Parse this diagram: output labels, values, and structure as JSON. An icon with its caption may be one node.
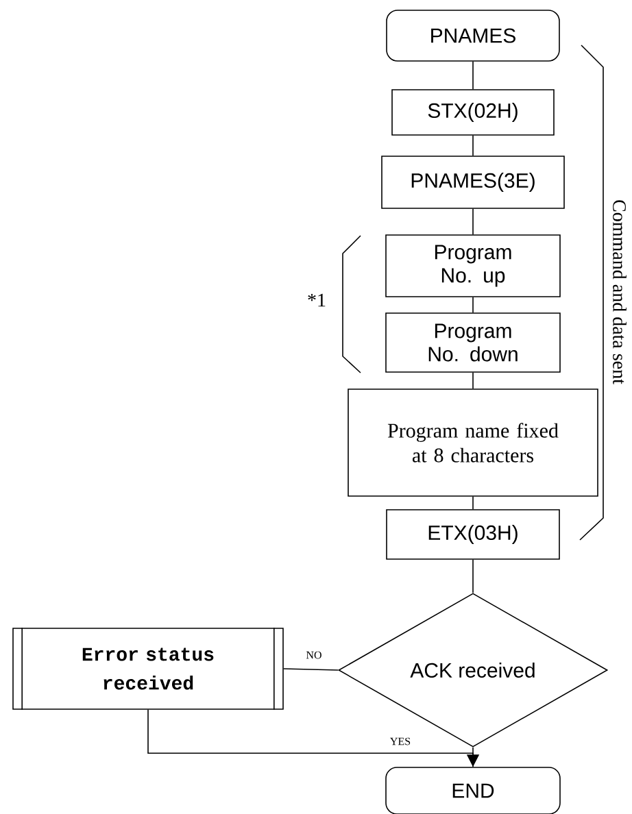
{
  "diagram": {
    "nodes": [
      {
        "text": [
          "PNAMES"
        ]
      },
      {
        "text": [
          "STX(02H)"
        ]
      },
      {
        "text": [
          "PNAMES(3E)"
        ]
      },
      {
        "text": [
          "Program No. up"
        ]
      },
      {
        "text": [
          "Program No. down"
        ]
      },
      {
        "text": [
          "Program name fixed at 8 characters"
        ]
      },
      {
        "text": [
          "ETX(03H)"
        ]
      },
      {
        "text": [
          "ACK received"
        ]
      },
      {
        "text": [
          "Error status received"
        ]
      },
      {
        "text": [
          "END"
        ]
      }
    ],
    "edges": [
      {
        "from": 0,
        "to": 1,
        "arrow": "none"
      },
      {
        "from": 1,
        "to": 2,
        "arrow": "none"
      },
      {
        "from": 2,
        "to": 3,
        "arrow": "none"
      },
      {
        "from": 3,
        "to": 4,
        "arrow": "none"
      },
      {
        "from": 4,
        "to": 5,
        "arrow": "none"
      },
      {
        "from": 5,
        "to": 6,
        "arrow": "none"
      },
      {
        "from": 6,
        "to": 7,
        "arrow": "none"
      },
      {
        "from": 7,
        "to": 8,
        "label": "NO",
        "arrow": "none"
      },
      {
        "from": 7,
        "to": 9,
        "arrow": "none"
      },
      {
        "from": 8,
        "to": 9,
        "label": "YES",
        "arrow": "to"
      }
    ],
    "labels": [
      "*1",
      "Command and data sent"
    ]
  }
}
